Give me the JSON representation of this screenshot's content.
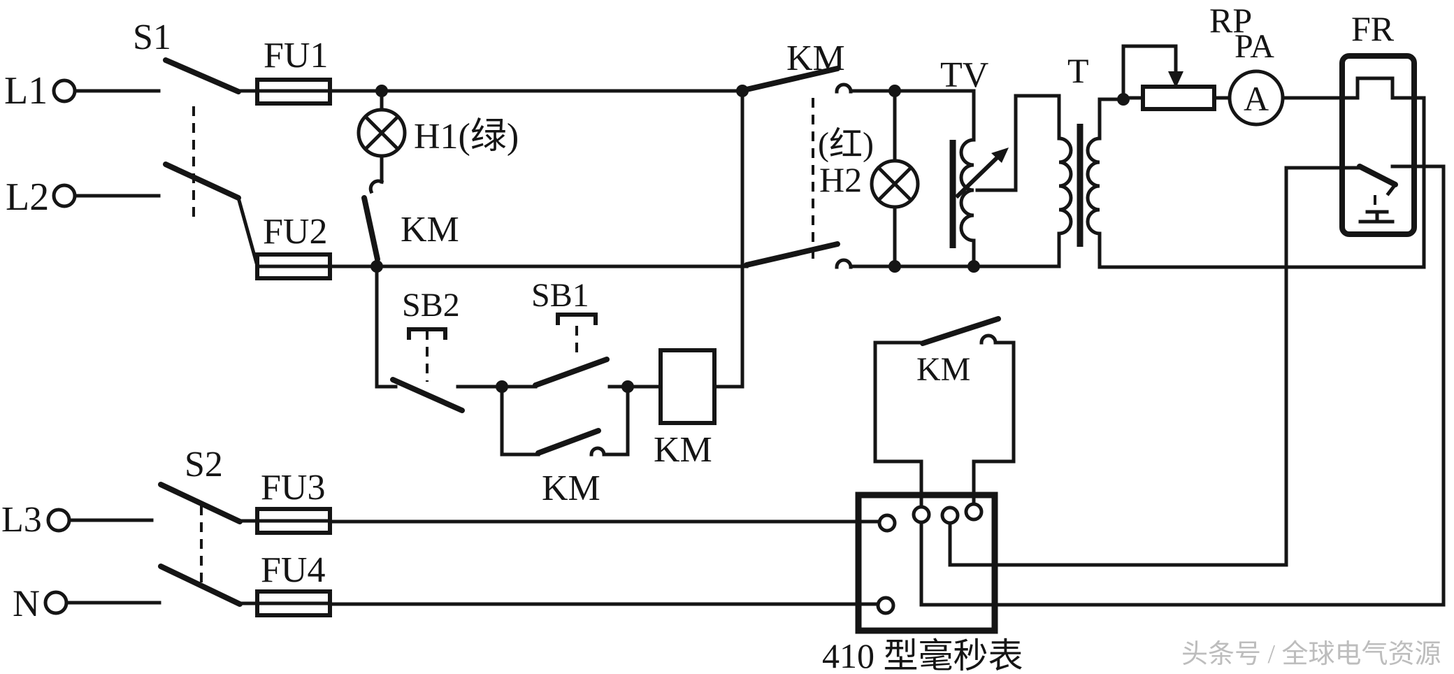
{
  "labels": {
    "l1": "L1",
    "l2": "L2",
    "l3": "L3",
    "n": "N",
    "s1": "S1",
    "s2": "S2",
    "fu1": "FU1",
    "fu2": "FU2",
    "fu3": "FU3",
    "fu4": "FU4",
    "h1": "H1(绿)",
    "h2_color": "(红)",
    "h2": "H2",
    "km_nc": "KM",
    "km_main": "KM",
    "km_hold": "KM",
    "km_coil": "KM",
    "km_meter": "KM",
    "sb1": "SB1",
    "sb2": "SB2",
    "tv": "TV",
    "t": "T",
    "rp": "RP",
    "pa": "PA",
    "ammeter_dial": "A",
    "fr": "FR",
    "meter_caption": "410 型毫秒表",
    "watermark": "头条号 / 全球电气资源"
  },
  "colors": {
    "line": "#151515",
    "background": "#ffffff",
    "watermark": "#bdbdbd"
  }
}
